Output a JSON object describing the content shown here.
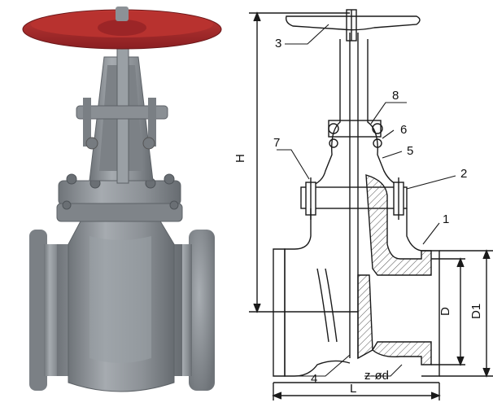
{
  "colors": {
    "handwheel": "#a3282a",
    "body_metal": "#8e9399",
    "body_shadow": "#6d7277",
    "line": "#1a1a1a",
    "hatch": "#555555"
  },
  "callouts": [
    "1",
    "2",
    "3",
    "4",
    "5",
    "6",
    "7",
    "8"
  ],
  "dimensions": {
    "height": "H",
    "length": "L",
    "bore": "D",
    "flange": "D1",
    "bolt_holes": "z-ød"
  }
}
